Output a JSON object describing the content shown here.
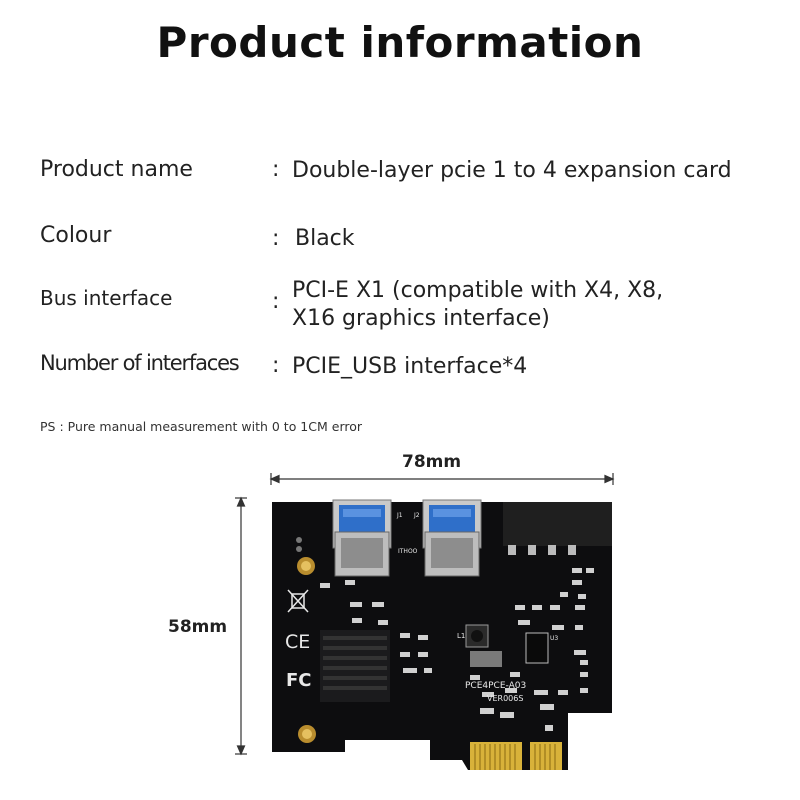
{
  "title": "Product information",
  "specs": [
    {
      "label": "Product name",
      "value": "Double-layer pcie 1 to 4 expansion card"
    },
    {
      "label": "Colour",
      "value": "Black"
    },
    {
      "label": "Bus interface",
      "value_lines": [
        "PCI-E X1 (compatible with X4, X8,",
        "X16 graphics interface)"
      ]
    },
    {
      "label": "Number of interfaces",
      "value": "PCIE_USB interface*4"
    }
  ],
  "colon": ":",
  "note": "PS : Pure manual measurement with 0 to 1CM error",
  "dimensions": {
    "width": "78mm",
    "height": "58mm"
  },
  "board_labels": {
    "model": "PCE4PCE-A03",
    "version": "VER006S",
    "port_j1": "J1",
    "port_j2": "J2",
    "chip_text": "ITHOO",
    "l1": "L1",
    "u3": "U3"
  },
  "colors": {
    "pcb": "#0d0d0f",
    "usb_blue": "#2f6fc9",
    "gold_contacts": "#d8b23a",
    "connector": "#2a2a2a",
    "silkscreen": "#e8e8e8"
  }
}
